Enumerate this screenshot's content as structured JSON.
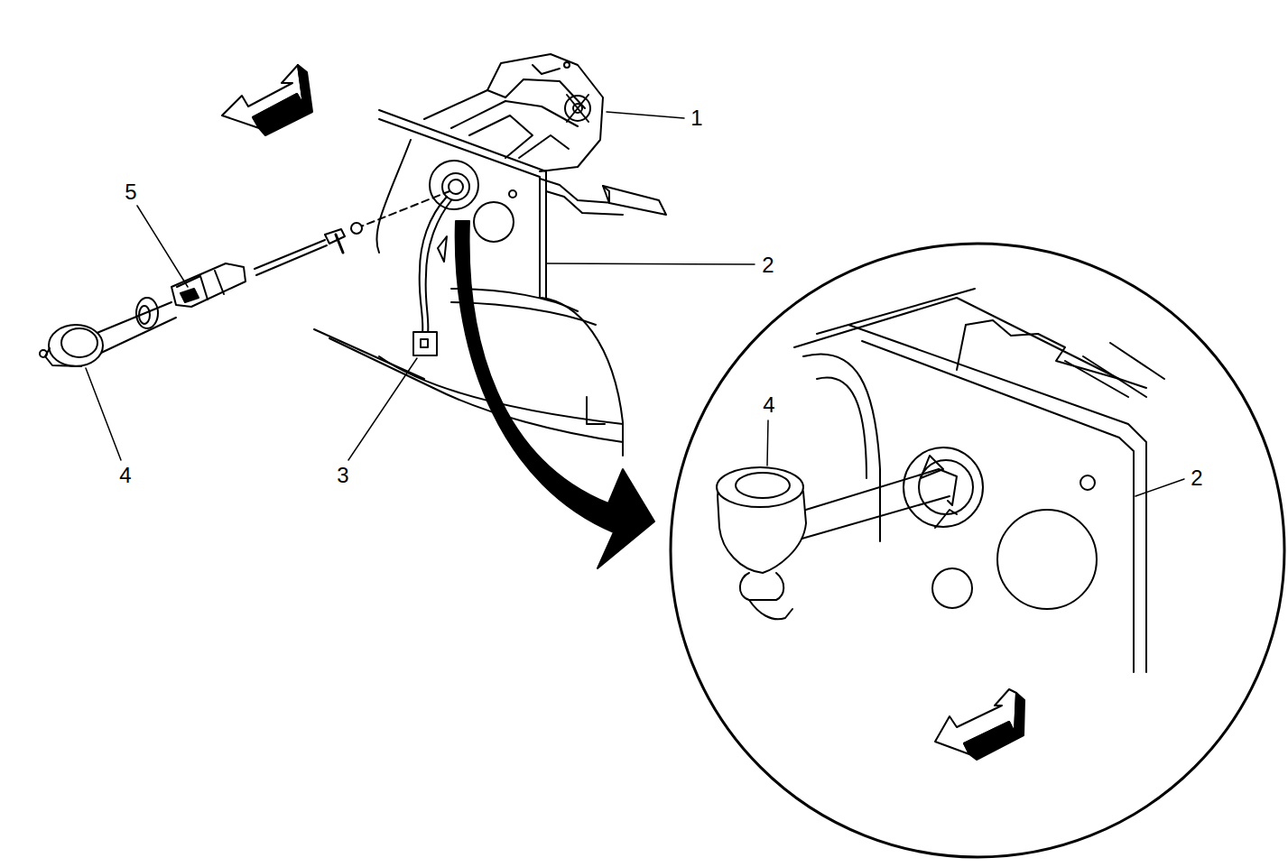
{
  "diagram": {
    "labels": [
      "1",
      "5",
      "2",
      "4",
      "3",
      "4",
      "2"
    ]
  }
}
